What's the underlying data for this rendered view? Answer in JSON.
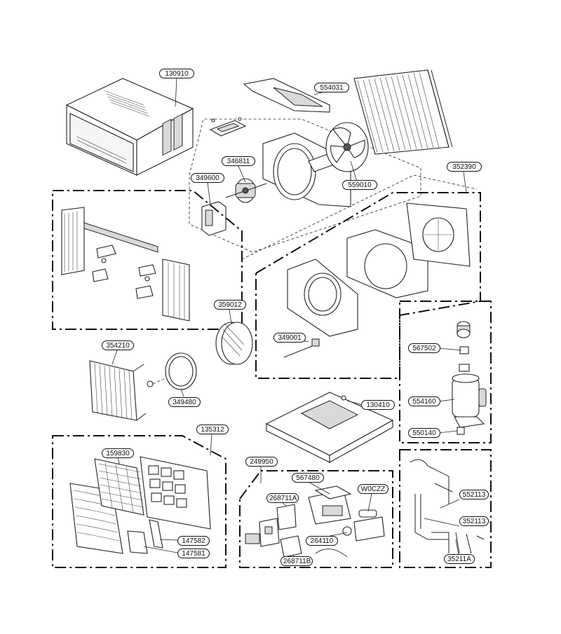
{
  "diagram": {
    "part_labels": {
      "p130910": "130910",
      "p554031": "554031",
      "p346811": "346811",
      "p349600": "349600",
      "p559010": "559010",
      "p352390": "352390",
      "p359012": "359012",
      "p349001": "349001",
      "p354210": "354210",
      "p349480": "349480",
      "p567502": "567502",
      "p554160": "554160",
      "p550140": "550140",
      "p130410": "130410",
      "p135312": "135312",
      "p159830": "159830",
      "p147582": "147582",
      "p147581": "147581",
      "p249950": "249950",
      "p567480": "567480",
      "pW0CZZ": "W0CZZ",
      "p268711A": "268711A",
      "p264110": "264110",
      "p268711B": "268711B",
      "p552113": "552113",
      "p352113": "352113",
      "p35211A": "35211A"
    }
  }
}
